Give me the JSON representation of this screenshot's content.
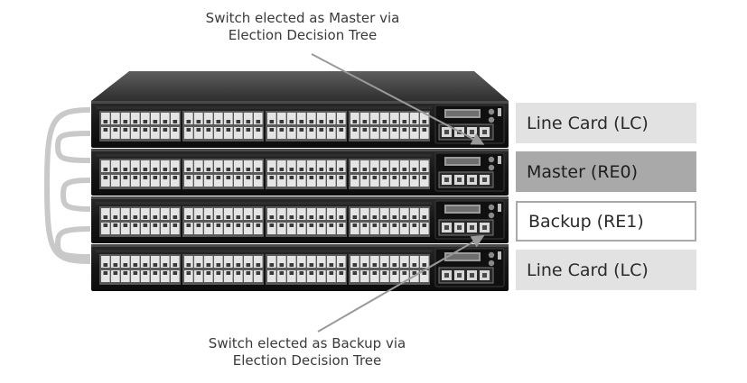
{
  "annotations": {
    "top": {
      "line1": "Switch elected as Master via",
      "line2": "Election Decision Tree"
    },
    "bottom": {
      "line1": "Switch elected as Backup via",
      "line2": "Election Decision Tree"
    }
  },
  "roles": [
    {
      "label": "Line Card (LC)",
      "style": "lc"
    },
    {
      "label": "Master (RE0)",
      "style": "master"
    },
    {
      "label": "Backup (RE1)",
      "style": "backup"
    },
    {
      "label": "Line Card (LC)",
      "style": "lc"
    }
  ],
  "switch_count": 4,
  "port_groups": 4,
  "ports_per_row_per_group": 8,
  "uplink_ports": 4,
  "colors": {
    "chassis": "#1c1c1c",
    "chassis_top": "#444444",
    "port_face": "#e4e4e4",
    "cable": "#c9c9c9",
    "label_lc": "#e2e2e2",
    "label_master": "#a9a9a9",
    "arrow": "#9a9a9a"
  }
}
